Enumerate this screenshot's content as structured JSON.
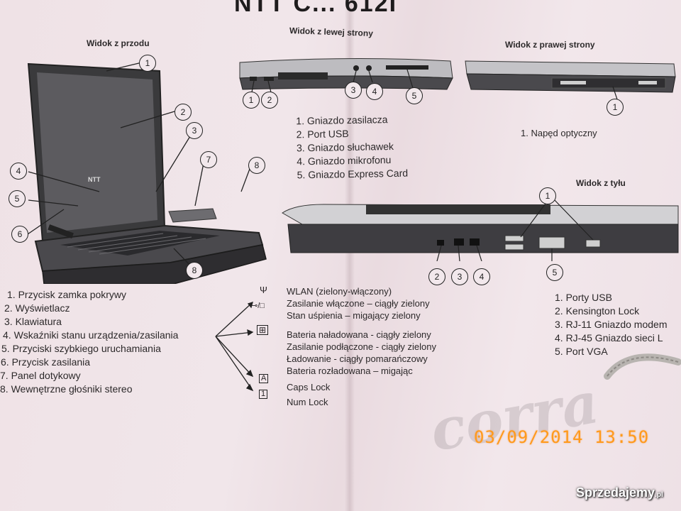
{
  "title_partial": "NTT C... 612I",
  "sections": {
    "front": "Widok z przodu",
    "left": "Widok z lewej strony",
    "right": "Widok z prawej strony",
    "back": "Widok z tyłu"
  },
  "front_items": [
    "1. Przycisk zamka pokrywy",
    "2. Wyświetlacz",
    "3. Klawiatura",
    "4. Wskaźniki stanu urządzenia/zasilania",
    "5. Przyciski szybkiego uruchamiania",
    "6. Przycisk zasilania",
    "7. Panel dotykowy",
    "8. Wewnętrzne głośniki stereo"
  ],
  "left_items": [
    "1. Gniazdo zasilacza",
    "2. Port USB",
    "3. Gniazdo słuchawek",
    "4. Gniazdo mikrofonu",
    "5. Gniazdo Express Card"
  ],
  "right_items": [
    "1. Napęd optyczny"
  ],
  "back_items": [
    "1. Porty USB",
    "2. Kensington Lock",
    "3. RJ-11 Gniazdo modem",
    "4. RJ-45 Gniazdo sieci L",
    "5. Port VGA"
  ],
  "legend": {
    "wlan": "WLAN (zielony-włączony)",
    "power_on": "Zasilanie włączone – ciągły zielony",
    "sleep": "Stan uśpienia – migający zielony",
    "bat_full": "Bateria naładowana - ciągły zielony",
    "pwr_conn": "Zasilanie podłączone - ciągły zielony",
    "charging": "Ładowanie - ciągły pomarańczowy",
    "bat_low": "Bateria rozładowana – migając",
    "caps": "Caps Lock",
    "num": "Num Lock"
  },
  "laptop_brand": "NTT",
  "watermark": "corra",
  "date_stamp": "03/09/2014  13:50",
  "site_brand": "Sprzedajemy",
  "site_suffix": ".pl",
  "icon_names": [
    "antenna-icon",
    "power-icon",
    "battery-icon",
    "caps-lock-icon",
    "num-lock-icon"
  ],
  "colors": {
    "paper": "#efe2e6",
    "stamp": "#ff9a1c",
    "ink": "#2a2628"
  }
}
